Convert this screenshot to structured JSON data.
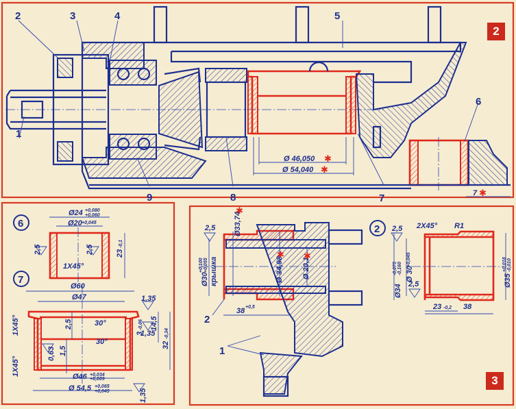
{
  "figure": {
    "panel_badges": [
      "2",
      "3"
    ],
    "colors": {
      "line": "#1c2f8f",
      "highlight": "#e0281c",
      "paper": "#f6ecd2",
      "badge": "#cc2a1c"
    }
  },
  "main_assembly": {
    "callouts": [
      "1",
      "2",
      "3",
      "4",
      "5",
      "6",
      "7",
      "8",
      "9"
    ],
    "dimensions": {
      "bore_inner": "Ø 46,050",
      "bore_outer": "Ø 54,040",
      "step": "7"
    },
    "marker": "✱"
  },
  "detail_6": {
    "id": "6",
    "outer_dia": "Ø24",
    "outer_tol_upper": "+0,080",
    "outer_tol_lower": "+0,060",
    "inner_dia": "Ø20",
    "inner_tol": "+0,045",
    "length": "23",
    "length_tol": "-0,1",
    "roughness_a": "2,5",
    "roughness_b": "2,5",
    "chamfer": "1X45°"
  },
  "detail_7": {
    "id": "7",
    "flange_dia": "Ø60",
    "inner_top_dia": "Ø47",
    "inner_dia": "Ø46",
    "inner_tol_upper": "+0,034",
    "inner_tol_lower": "+0,009",
    "outer_dia": "Ø 54,5",
    "outer_tol_upper": "+0,065",
    "outer_tol_lower": "+0,045",
    "height": "32",
    "height_tol": "-0,34",
    "flange_thick": "3",
    "flange_thick_tol": "-0,06",
    "step_height": "14,5",
    "groove_depth": "2,5",
    "groove_lower": "1,5",
    "angle_a": "30°",
    "angle_b": "30°",
    "chamfer_a": "1X45°",
    "chamfer_b": "1X45°",
    "roughness_a": "1,35",
    "roughness_b": "1,35",
    "roughness_c": "1,35",
    "roughness_d": "0,63"
  },
  "section_3": {
    "callouts": [
      "2",
      "1"
    ],
    "cover_dia": "Ø30",
    "cover_tol_upper": "+0,100",
    "cover_tol_lower": "+0,055",
    "cover_label": "крышка",
    "dia_a": "Ø33,74",
    "dia_b": "Ø 34,98",
    "dia_c": "Ø 20,1",
    "length": "38",
    "length_tol": "+0,5",
    "roughness": "2,5",
    "marker": "✱"
  },
  "detail_2": {
    "id": "2",
    "outer_dia": "Ø34",
    "outer_tol_upper": "-0,075",
    "outer_tol_lower": "-0,160",
    "inner_dia": "Ø 30",
    "inner_tol": "+0,045",
    "right_dia": "Ø35",
    "right_tol_upper": "+0,018",
    "right_tol_lower": "-0,010",
    "chamfer": "2X45°",
    "radius": "R1",
    "step_len": "23",
    "step_tol": "-0,2",
    "length": "38",
    "roughness_a": "2,5",
    "roughness_b": "2,5"
  }
}
